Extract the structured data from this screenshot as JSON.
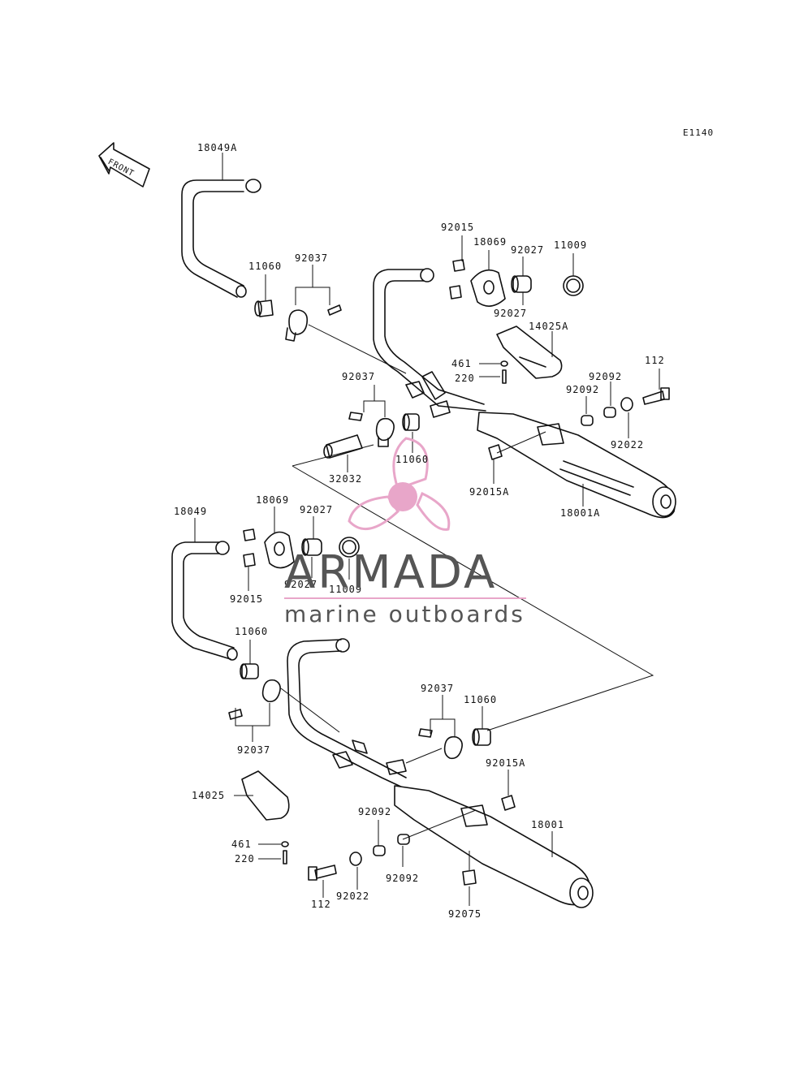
{
  "diagram": {
    "code": "E1140",
    "front_arrow_label": "FRONT",
    "watermark": {
      "title": "ARMADA",
      "subtitle": "marine outboards",
      "accent": "#e8a6c9",
      "text_color": "#555555"
    },
    "upper_assembly": {
      "labels": [
        "18049A",
        "11060",
        "92037",
        "92015",
        "18069",
        "92027",
        "11009",
        "92027",
        "14025A",
        "461",
        "220",
        "112",
        "92092",
        "92092",
        "92022",
        "92037",
        "11060",
        "32032",
        "92015A",
        "18001A"
      ]
    },
    "lower_assembly": {
      "labels": [
        "18049",
        "18069",
        "92027",
        "92015",
        "92027",
        "11009",
        "11060",
        "92037",
        "92037",
        "11060",
        "92015A",
        "14025",
        "461",
        "220",
        "92092",
        "92092",
        "18001",
        "112",
        "92022",
        "92075"
      ]
    }
  }
}
